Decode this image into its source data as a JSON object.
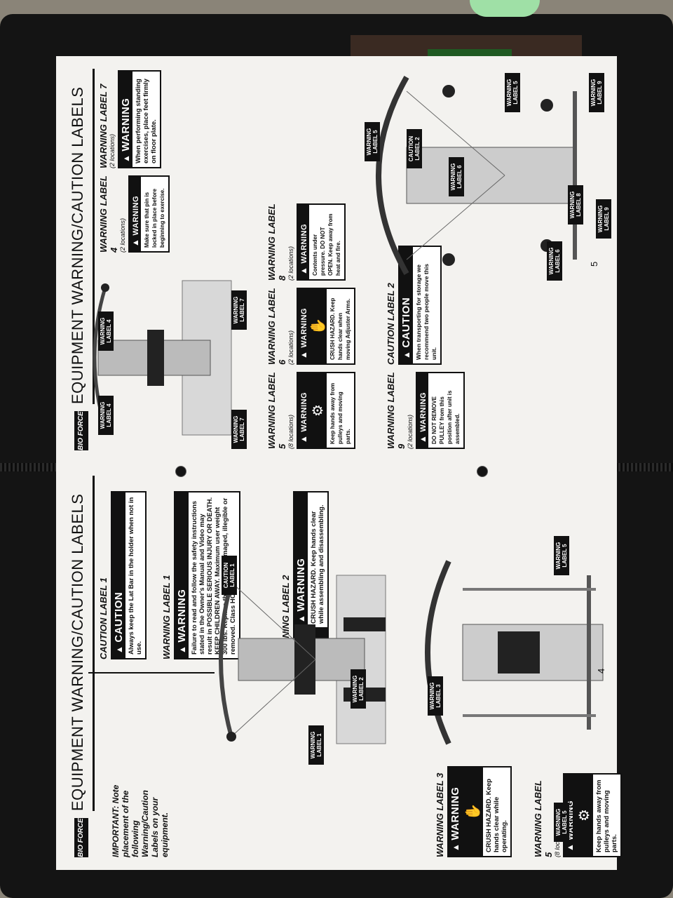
{
  "brand": "BIO FORCE",
  "page4": {
    "title": "EQUIPMENT WARNING/CAUTION LABELS",
    "page_number": "4",
    "important": "IMPORTANT: Note placement of the following Warning/Caution Labels on your equipment.",
    "caution_label_1": {
      "title": "CAUTION LABEL 1",
      "sign": "CAUTION",
      "text": "Always keep the Lat Bar in the holder when not in use."
    },
    "warning_label_1": {
      "title": "WARNING LABEL 1",
      "sign": "WARNING",
      "text": "Failure to read and follow the safety instructions stated in the Owner's Manual and Video may result in POSSIBLE SERIOUS INJURY OR DEATH. KEEP CHILDREN AWAY. Maximum user weight 300 lbs. Replace this label if damaged, illegible or removed. Class HC."
    },
    "warning_label_2": {
      "title": "WARNING LABEL 2",
      "sign": "WARNING",
      "text": "CRUSH HAZARD. Keep hands clear while assembling and disassembling."
    },
    "warning_label_3": {
      "title": "WARNING LABEL 3",
      "sign": "WARNING",
      "text": "CRUSH HAZARD. Keep hands clear while operating."
    },
    "warning_label_5": {
      "title": "WARNING LABEL 5",
      "note": "(8 locations)",
      "sign": "WARNING",
      "text": "Keep hands away from pulleys and moving parts."
    },
    "callouts": [
      "CAUTION LABEL 1",
      "WARNING LABEL 1",
      "WARNING LABEL 2",
      "WARNING LABEL 3",
      "WARNING LABEL 5",
      "WARNING LABEL 5"
    ]
  },
  "page5": {
    "title": "EQUIPMENT WARNING/CAUTION LABELS",
    "page_number": "5",
    "warning_label_7": {
      "title": "WARNING LABEL 7",
      "note": "(2 locations)",
      "sign": "WARNING",
      "text": "When performing standing exercises, place feet firmly on floor plate."
    },
    "warning_label_4": {
      "title": "WARNING LABEL 4",
      "note": "(2 locations)",
      "sign": "WARNING",
      "text": "Make sure that pin is locked in place before beginning to exercise."
    },
    "warning_label_5": {
      "title": "WARNING LABEL 5",
      "note": "(8 locations)",
      "sign": "WARNING",
      "text": "Keep hands away from pulleys and moving parts."
    },
    "warning_label_6": {
      "title": "WARNING LABEL 6",
      "note": "(2 locations)",
      "sign": "WARNING",
      "text": "CRUSH HAZARD. Keep hands clear when moving Adjuster Arms."
    },
    "warning_label_8": {
      "title": "WARNING LABEL 8",
      "note": "(2 locations)",
      "sign": "WARNING",
      "text": "Contents under pressure. DO NOT OPEN. Keep away from heat and fire."
    },
    "warning_label_9": {
      "title": "WARNING LABEL 9",
      "note": "(2 locations)",
      "sign": "WARNING",
      "text": "DO NOT REMOVE PULLEY from this position after unit is assembled."
    },
    "caution_label_2": {
      "title": "CAUTION LABEL 2",
      "sign": "CAUTION",
      "text": "When transporting for storage we recommend two people move this unit."
    },
    "callouts": [
      "WARNING LABEL 4",
      "WARNING LABEL 4",
      "WARNING LABEL 7",
      "WARNING LABEL 7",
      "WARNING LABEL 5",
      "CAUTION LABEL 2",
      "WARNING LABEL 6",
      "WARNING LABEL 6",
      "WARNING LABEL 8",
      "WARNING LABEL 9",
      "WARNING LABEL 9",
      "WARNING LABEL 5"
    ]
  },
  "colors": {
    "binder": "#141414",
    "paper": "#f3f2ef",
    "ink": "#111111"
  },
  "icons": [
    "warning-triangle-icon",
    "crush-hazard-pictogram-icon",
    "pulley-hazard-pictogram-icon"
  ]
}
